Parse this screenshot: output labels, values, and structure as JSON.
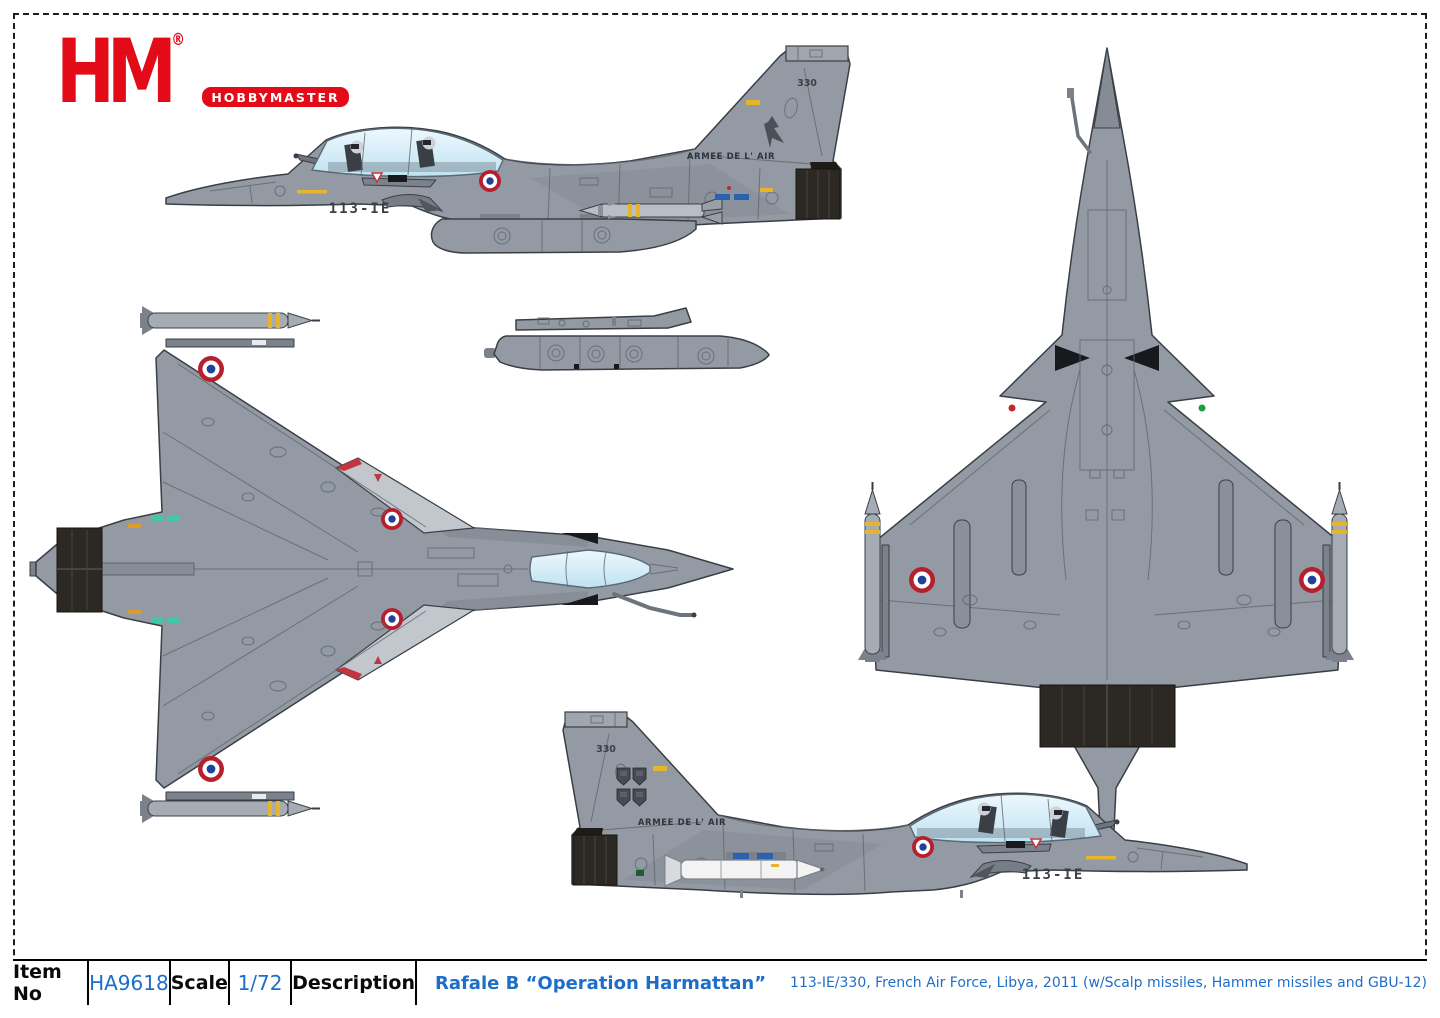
{
  "logo": {
    "monogram": "HM",
    "registered": "®",
    "wordmark": "HOBBYMASTER"
  },
  "aircraft": {
    "code": "113-IE",
    "tail_number": "330",
    "service_titles": "ARMEE DE L' AIR"
  },
  "info_table": {
    "item_no_label": "Item No",
    "item_no_value": "HA9618",
    "scale_label": "Scale",
    "scale_value": "1/72",
    "description_label": "Description",
    "description_name": "Rafale B “Operation Harmattan”",
    "description_details": "113-IE/330, French Air Force, Libya, 2011 (w/Scalp missiles, Hammer missiles and GBU-12)"
  },
  "colors": {
    "brand_red": "#e30b17",
    "link_blue": "#1e6ec8",
    "body_gray": "#939aa3",
    "body_gray_light": "#a7adb5",
    "body_gray_dark": "#7b828b",
    "panel_line": "#5f656d",
    "outline": "#3a3f46",
    "canopy_blue": "#bfe2f2",
    "canopy_highlight": "#eef8fd",
    "roundel_red": "#b51f2e",
    "roundel_blue": "#20409a",
    "exhaust_dark": "#2c2824",
    "teal_light": "#43c7a9",
    "yellow": "#e7b52d",
    "white_store": "#f2f3f2"
  }
}
